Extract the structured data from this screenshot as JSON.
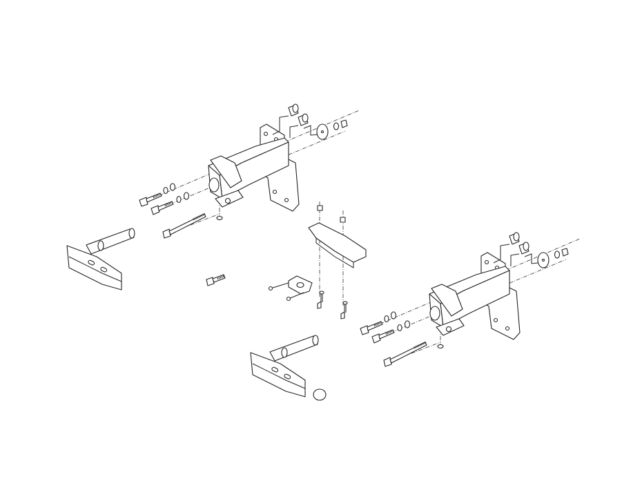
{
  "diagram": {
    "type": "exploded-assembly-drawing",
    "line_color": "#222222",
    "background": "#ffffff",
    "parts": [
      "mount-bracket-left",
      "mount-bracket-right",
      "hitch-pin-bracket-left",
      "hitch-pin-bracket-right",
      "center-bracket",
      "gasket-plate",
      "bolts",
      "washers",
      "nuts",
      "spacers",
      "hitch-pin",
      "spring-clip"
    ]
  }
}
